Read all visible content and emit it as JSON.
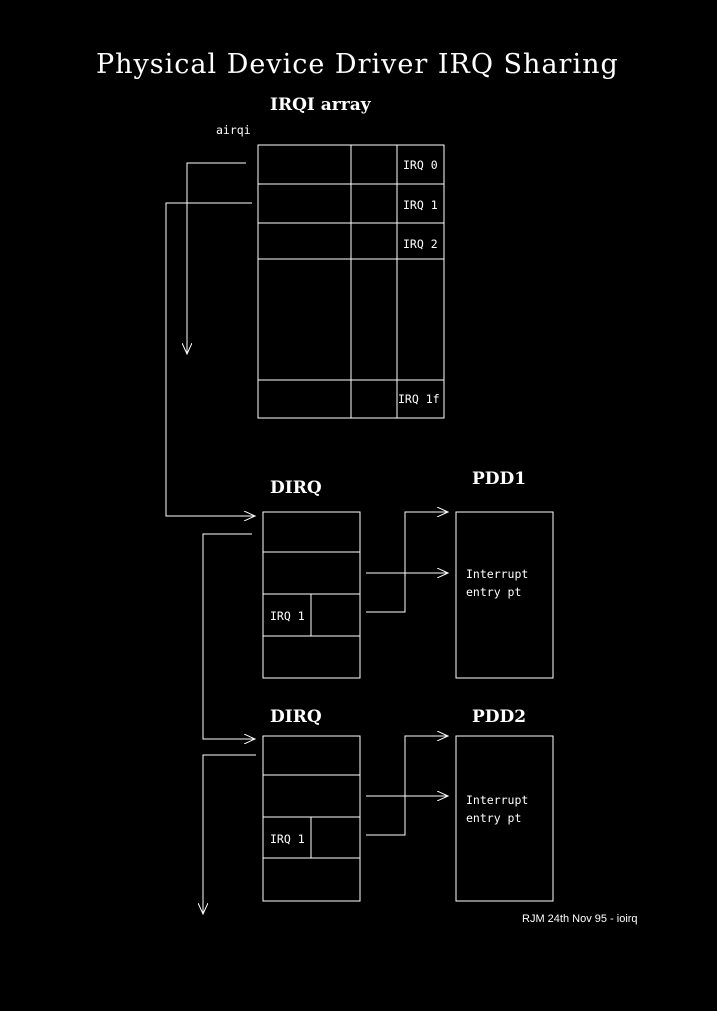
{
  "title": "Physical Device Driver IRQ Sharing",
  "irqi": {
    "heading": "IRQI array",
    "pointer_label": "airqi",
    "rows": [
      "IRQ 0",
      "IRQ 1",
      "IRQ 2",
      "",
      "IRQ 1f"
    ]
  },
  "dirq_blocks": [
    {
      "heading": "DIRQ",
      "irq_label": "IRQ 1"
    },
    {
      "heading": "DIRQ",
      "irq_label": "IRQ 1"
    }
  ],
  "pdd_blocks": [
    {
      "heading": "PDD1",
      "text_line1": "Interrupt",
      "text_line2": "entry pt"
    },
    {
      "heading": "PDD2",
      "text_line1": "Interrupt",
      "text_line2": "entry pt"
    }
  ],
  "credit": "RJM 24th Nov 95 - ioirq",
  "colors": {
    "background": "#000000",
    "foreground": "#ffffff"
  }
}
